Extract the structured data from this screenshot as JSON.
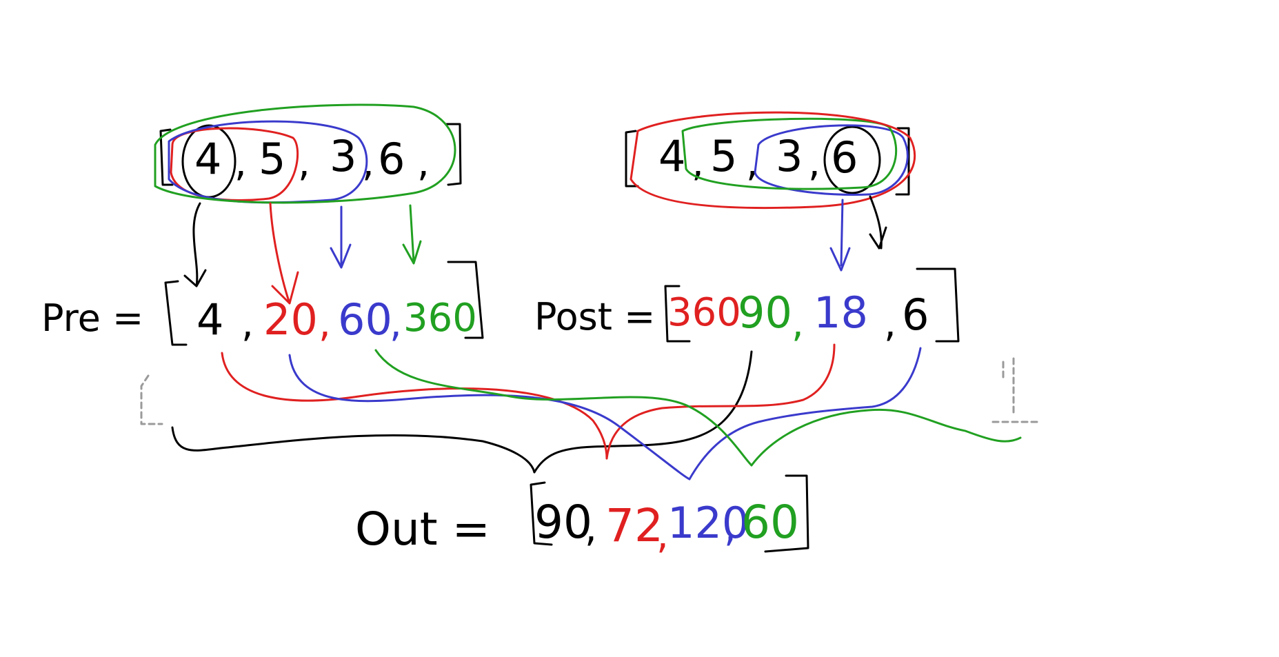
{
  "colors": {
    "black": "#000000",
    "red": "#e02020",
    "blue": "#3a3acc",
    "green": "#21a021",
    "gray": "#9a9a9a"
  },
  "input_left": [
    "4",
    "5",
    "3",
    "6"
  ],
  "input_right": [
    "4",
    "5",
    "3",
    "6"
  ],
  "pre": {
    "label": "Pre =",
    "values": [
      {
        "text": "4",
        "color": "black"
      },
      {
        "text": "20",
        "color": "red"
      },
      {
        "text": "60",
        "color": "blue"
      },
      {
        "text": "360",
        "color": "green"
      }
    ]
  },
  "post": {
    "label": "Post =",
    "values": [
      {
        "text": "360",
        "color": "red"
      },
      {
        "text": "90",
        "color": "green"
      },
      {
        "text": "18",
        "color": "blue"
      },
      {
        "text": "6",
        "color": "black"
      }
    ]
  },
  "out": {
    "label": "Out =",
    "values": [
      {
        "text": "90",
        "color": "black"
      },
      {
        "text": "72",
        "color": "red"
      },
      {
        "text": "120",
        "color": "blue"
      },
      {
        "text": "60",
        "color": "green"
      }
    ]
  },
  "separator": ","
}
